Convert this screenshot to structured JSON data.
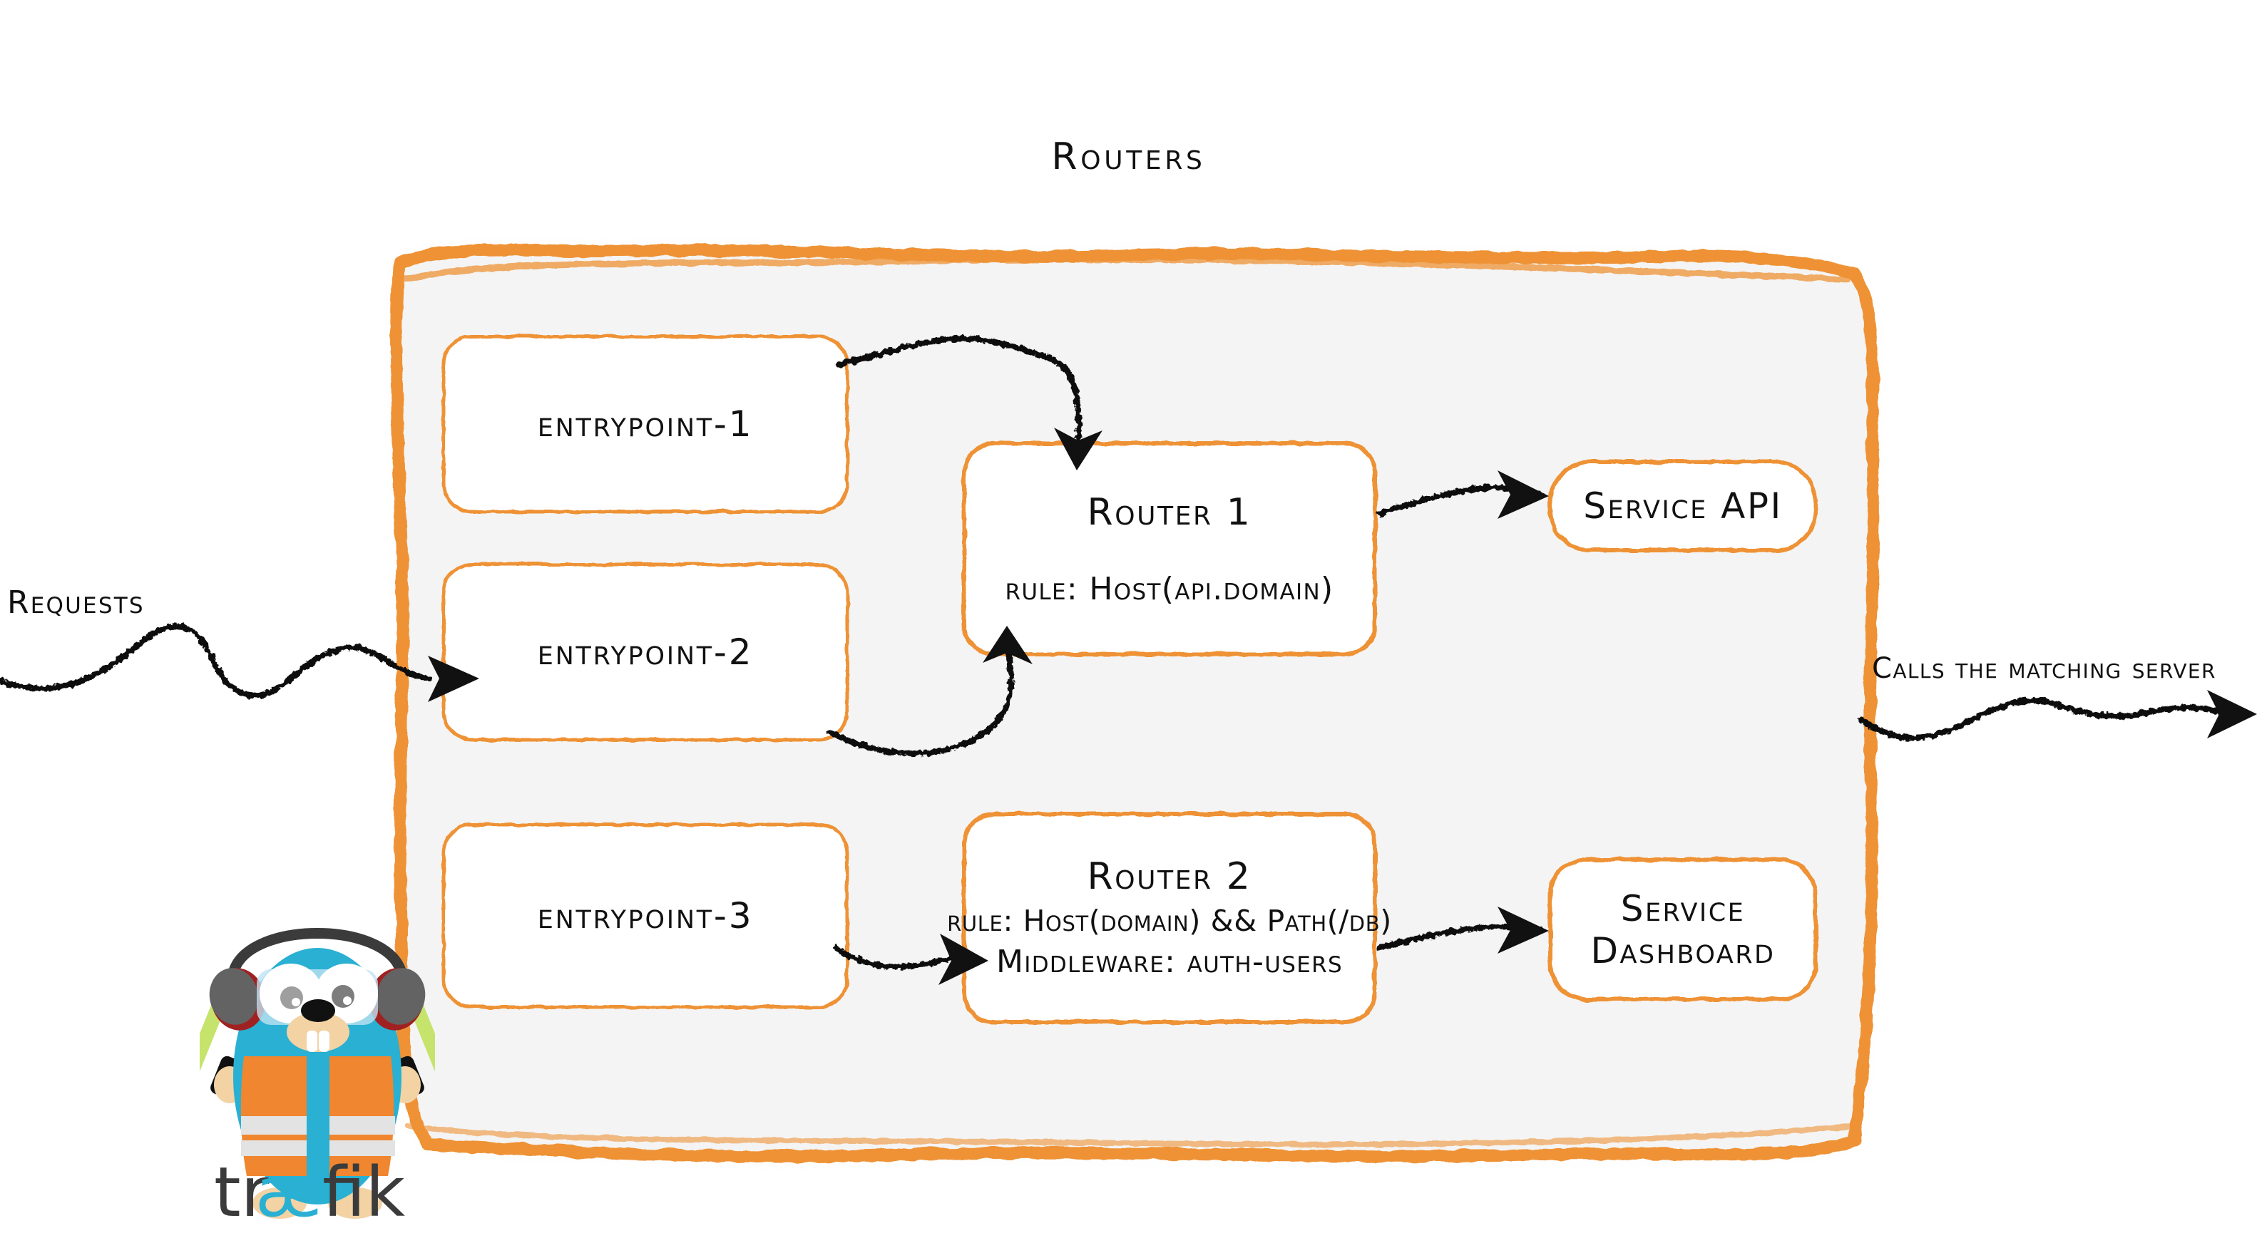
{
  "diagram": {
    "title": "Routers",
    "brand_color": "#ee9234",
    "panel_fill": "#f4f4f4",
    "ink_color": "#111111"
  },
  "io_labels": {
    "incoming": "Requests",
    "outgoing": "Calls the matching server"
  },
  "entrypoints": [
    {
      "id": "entrypoint-1",
      "label": "entrypoint-1"
    },
    {
      "id": "entrypoint-2",
      "label": "entrypoint-2"
    },
    {
      "id": "entrypoint-3",
      "label": "entrypoint-3"
    }
  ],
  "routers": [
    {
      "id": "router-1",
      "title": "Router 1",
      "lines": [
        "rule: Host(api.domain)"
      ]
    },
    {
      "id": "router-2",
      "title": "Router 2",
      "lines": [
        "rule: Host(domain) && Path(/db)",
        "Middleware: auth-users"
      ]
    }
  ],
  "services": [
    {
      "id": "service-api",
      "line1": "Service API",
      "line2": ""
    },
    {
      "id": "service-dashboard",
      "line1": "Service",
      "line2": "Dashboard"
    }
  ],
  "logo": {
    "wordmark_pre": "tr",
    "wordmark_ae": "æ",
    "wordmark_post": "fik",
    "body_color": "#29b0d3",
    "vest_color": "#f0862f",
    "wand_color": "#c6e36b",
    "text_color": "#3b3b3b"
  }
}
